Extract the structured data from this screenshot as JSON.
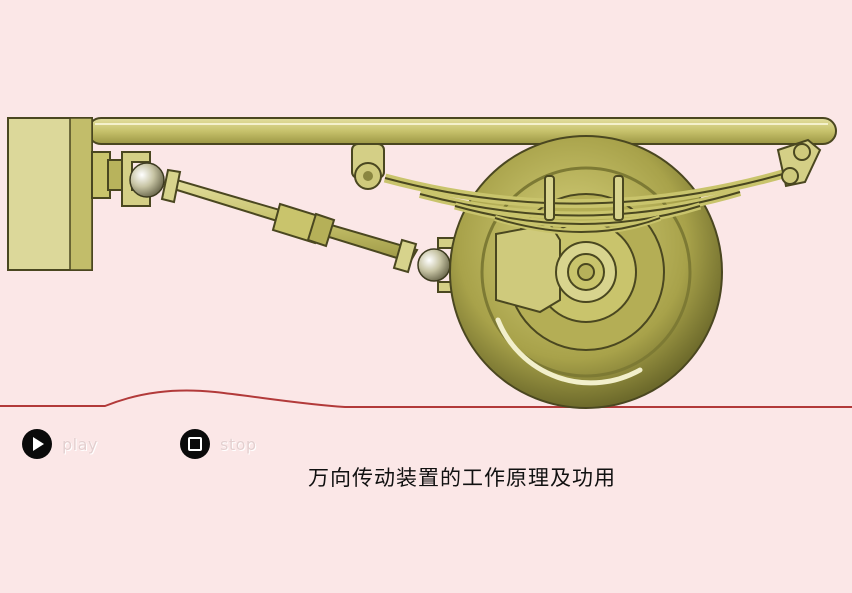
{
  "controls": {
    "play_label": "play",
    "stop_label": "stop"
  },
  "caption": "万向传动装置的工作原理及功用",
  "colors": {
    "background": "#fbe7e7",
    "metal": "#c9c46c",
    "metal_dark": "#8a8640",
    "outline": "#4a4720",
    "ground": "#b23a3a"
  }
}
